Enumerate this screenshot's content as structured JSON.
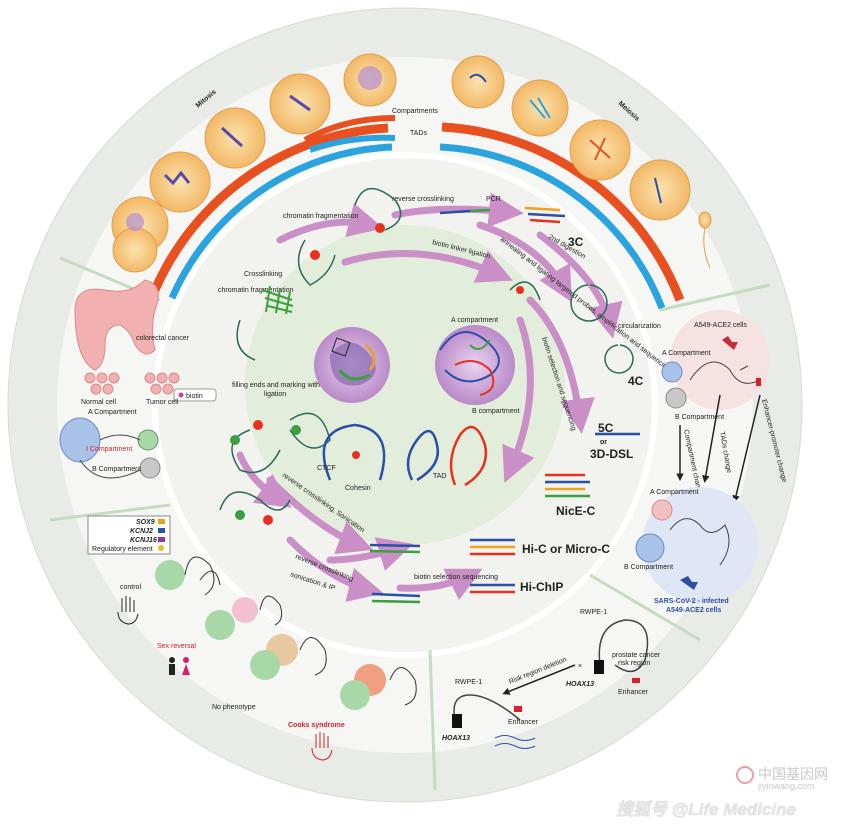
{
  "outer_ring": {
    "mitosis": "Mitosis",
    "meiosis": "Meiosis",
    "compartments": "Compartments",
    "tads": "TADs"
  },
  "methods": {
    "reverse_crosslinking_top": "reverse crosslinking",
    "pcr": "PCR",
    "second_digestion": "2nd digestion",
    "three_c": "3C",
    "annealing": "annealing and ligating targeted probes, amplification and sequencing",
    "biotin_linker": "biotin linker ligation",
    "chromatin_fragmentation_top": "chromatin fragmentation",
    "crosslinking": "Crosslinking",
    "chromatin_fragmentation_left": "chromatin fragmentation",
    "circularization": "circularization",
    "four_c": "4C",
    "biotin_selection_seq": "biotin selection and sequencing",
    "five_c": "5C",
    "or": "or",
    "three_d_dsl": "3D-DSL",
    "nice_c": "NicE-C",
    "biotin_legend": "biotin",
    "filling_ends": "filling ends and marking with biotin",
    "ligation": "ligation",
    "reverse_sonication": "reverse crosslinking, Sonication",
    "reverse_crosslinking_bottom": "reverse crosslinking",
    "sonication_ip": "sonication & IP",
    "biotin_selection_sequencing": "biotin selection sequencing",
    "hic": "Hi-C or Micro-C",
    "hichip": "Hi-ChIP"
  },
  "nucleus": {
    "a_compartment": "A compartment",
    "b_compartment": "B compartment",
    "ctcf": "CTCF",
    "cohesin": "Cohesin",
    "tad": "TAD"
  },
  "left_panel": {
    "colorectal": "colorectal cancer",
    "normal_cell": "Normal cell",
    "tumor_cell": "Tumor cell",
    "a_comp": "A Compartment",
    "i_comp": "I Compartment",
    "b_comp": "B Compartment"
  },
  "legend": {
    "sox9": "SOX9",
    "kcnj2": "KCNJ2",
    "kcnj16": "KCNJ16",
    "regulatory": "Regulatory element"
  },
  "lower_left": {
    "control": "control",
    "sex_reversal": "Sex reversal",
    "no_phenotype": "No phenotype",
    "cooks": "Cooks syndrome"
  },
  "right_panel": {
    "a549": "A549-ACE2 cells",
    "a_comp": "A Compartment",
    "b_comp": "B Compartment",
    "comp_change": "Compartment change",
    "tads_change": "TADs change",
    "enh_change": "Enhancer-promoter change",
    "a_comp2": "A Compartment",
    "b_comp2": "B Compartment",
    "sars1": "SARS-CoV-2 - infected",
    "sars2": "A549-ACE2 cells"
  },
  "lower_right": {
    "rwpe_top": "RWPE-1",
    "prostate1": "prostate cancer",
    "prostate2": "risk region",
    "hoxa13_top": "HOAX13",
    "enhancer_top": "Enhancer",
    "deletion": "Risk region deletion",
    "rwpe_bottom": "RWPE-1",
    "enhancer_bottom": "Enhancer",
    "hoxa13_bottom": "HOAX13"
  },
  "watermark": {
    "site_cn": "中国基因网",
    "site_url": "jiyinwang.com",
    "source": "搜狐号 @Life Medicine"
  },
  "colors": {
    "orange_ring": "#e8501f",
    "blue_ring": "#2aa3de",
    "purple_arrow": "#c98fc6",
    "green_disk": "#e3eddc",
    "outer_gray": "#e9ebe6"
  }
}
